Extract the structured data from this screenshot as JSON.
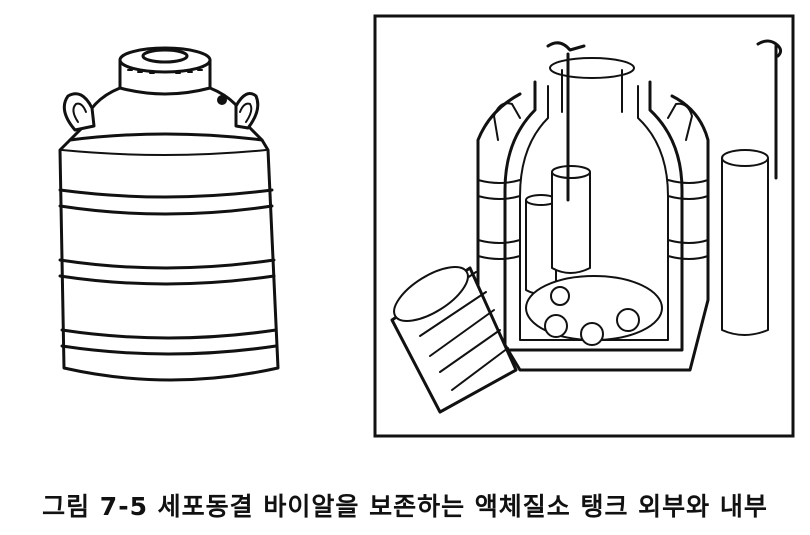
{
  "figure": {
    "caption": "그림 7-5  세포동결 바이알을 보존하는 액체질소 탱크 외부와 내부",
    "panels": [
      "tank-exterior",
      "tank-interior-cutaway"
    ],
    "colors": {
      "ink": "#111111",
      "background": "#ffffff"
    }
  }
}
